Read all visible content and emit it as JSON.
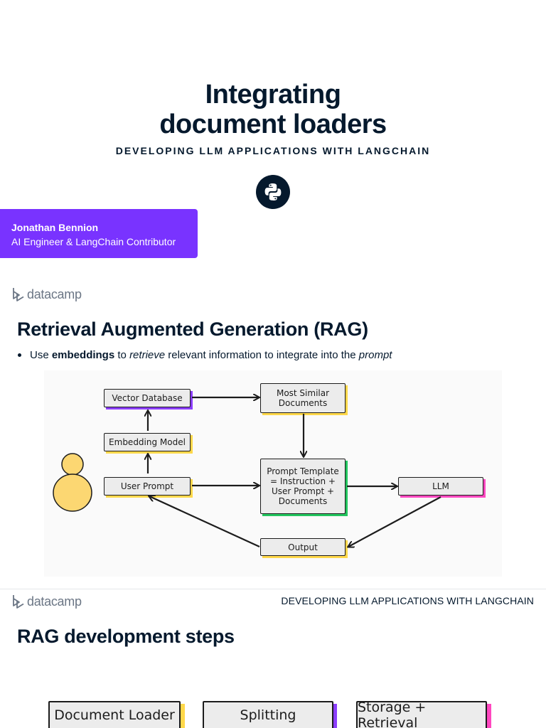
{
  "title_slide": {
    "title_line1": "Integrating",
    "title_line2": "document loaders",
    "course": "DEVELOPING LLM APPLICATIONS WITH LANGCHAIN",
    "badge_icon": "python-icon",
    "author_name": "Jonathan Bennion",
    "author_role": "AI Engineer & LangChain Contributor"
  },
  "logo_text": "datacamp",
  "rag_slide": {
    "heading": "Retrieval Augmented Generation (RAG)",
    "bullet": {
      "prefix": "Use ",
      "bold": "embeddings",
      "mid": " to ",
      "italic1": "retrieve",
      "mid2": " relevant information to integrate into the ",
      "italic2": "prompt"
    },
    "diagram": {
      "nodes": {
        "vector_db": "Vector Database",
        "embedding_model": "Embedding Model",
        "user_prompt": "User Prompt",
        "most_similar_1": "Most Similar",
        "most_similar_2": "Documents",
        "prompt_template_1": "Prompt Template",
        "prompt_template_2": "= Instruction +",
        "prompt_template_3": "User Prompt +",
        "prompt_template_4": "Documents",
        "llm": "LLM",
        "output": "Output"
      },
      "accent_colors": {
        "purple": "#8b3dff",
        "yellow": "#ffd84a",
        "pink": "#ff47c0",
        "green": "#22c55e",
        "figure": "#fcd772"
      }
    }
  },
  "steps_slide": {
    "course_header": "DEVELOPING LLM APPLICATIONS WITH LANGCHAIN",
    "heading": "RAG development steps",
    "steps": [
      "Document Loader",
      "Splitting",
      "Storage + Retrieval"
    ]
  }
}
